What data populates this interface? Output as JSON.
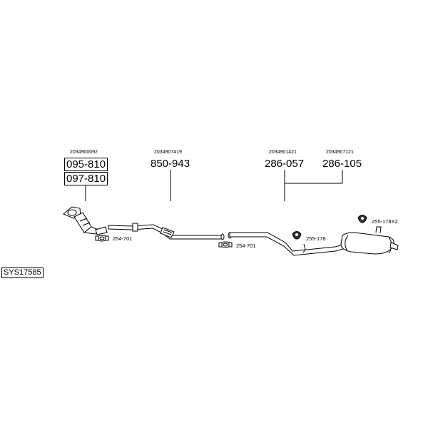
{
  "system_code": "SYS17585",
  "groups": [
    {
      "oem": "2034900092",
      "parts": [
        "095-810",
        "097-810"
      ]
    },
    {
      "oem": "2034907419",
      "parts": [
        "850-943"
      ]
    },
    {
      "oem": "2034901421",
      "parts": [
        "286-057"
      ]
    },
    {
      "oem": "2034907121",
      "parts": [
        "286-105"
      ]
    }
  ],
  "small_parts": {
    "clamp_1": "254-701",
    "clamp_2": "254-701",
    "mount_1": "255-178",
    "mount_2": "255-178X2"
  },
  "colors": {
    "line": "#000000",
    "pipe_fill": "#ffffff",
    "mount_fill": "#333333"
  }
}
